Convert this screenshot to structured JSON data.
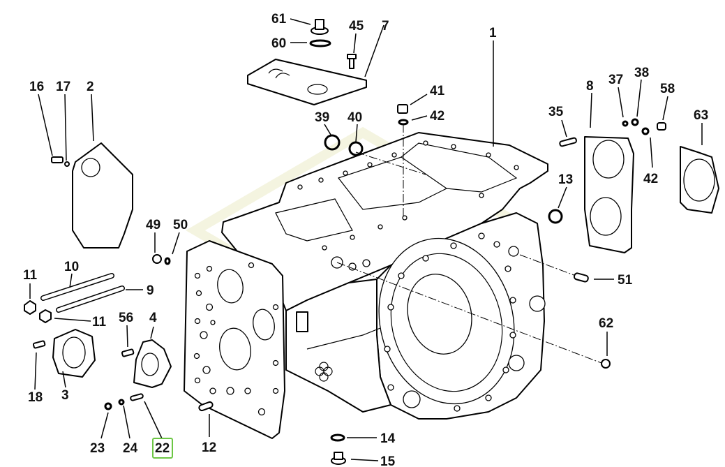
{
  "diagram": {
    "highlighted_callout": "22",
    "highlight_color": "#6cc644",
    "line_color": "#000000",
    "background": "#ffffff",
    "callouts": {
      "c1": "1",
      "c2": "2",
      "c3": "3",
      "c4": "4",
      "c7": "7",
      "c8": "8",
      "c9": "9",
      "c10": "10",
      "c11a": "11",
      "c11b": "11",
      "c12": "12",
      "c13": "13",
      "c14": "14",
      "c15": "15",
      "c16": "16",
      "c17": "17",
      "c18": "18",
      "c22": "22",
      "c23": "23",
      "c24": "24",
      "c35": "35",
      "c37": "37",
      "c38": "38",
      "c39": "39",
      "c40": "40",
      "c41": "41",
      "c42a": "42",
      "c42b": "42",
      "c45": "45",
      "c49": "49",
      "c50": "50",
      "c51": "51",
      "c56": "56",
      "c58": "58",
      "c60": "60",
      "c61": "61",
      "c62": "62",
      "c63": "63"
    }
  }
}
